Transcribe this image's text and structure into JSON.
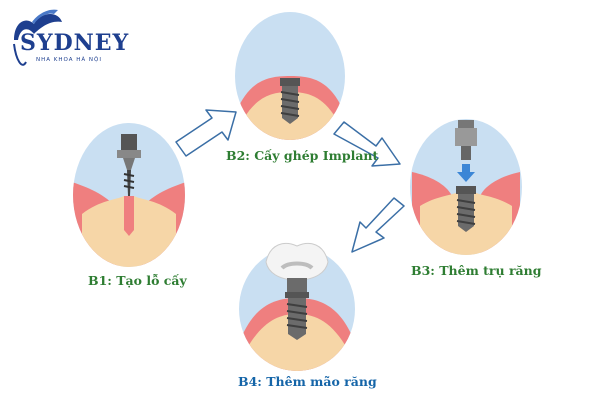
{
  "logo": {
    "brand": "SYDNEY",
    "subtitle": "NHA KHOA HÀ NỘI",
    "color": "#1e3f8f"
  },
  "steps": [
    {
      "label": "B1: Tạo lỗ cấy",
      "color": "#2e7d32"
    },
    {
      "label": "B2: Cấy ghép Implant",
      "color": "#2e7d32"
    },
    {
      "label": "B3: Thêm trụ răng",
      "color": "#2e7d32"
    },
    {
      "label": "B4: Thêm mão răng",
      "color": "#1565a8"
    }
  ],
  "colors": {
    "circle_bg": "#c9dff2",
    "gum": "#ef7f7f",
    "bone": "#f6d6a7",
    "implant": "#6b6b6b",
    "arrow_stroke": "#3b6fa6",
    "crown": "#f4f4f4",
    "down_arrow": "#3b86d6"
  },
  "icons": [
    "drill-icon",
    "implant-screw-icon",
    "abutment-icon",
    "crown-icon",
    "flow-arrow-icon",
    "tooth-logo-icon"
  ]
}
